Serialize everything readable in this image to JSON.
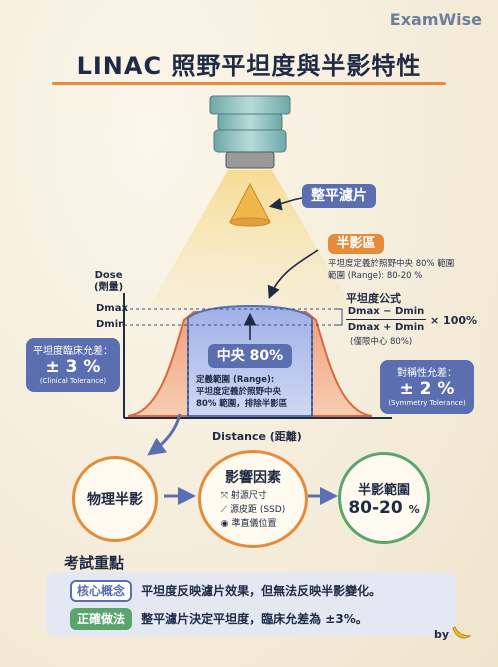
{
  "brand": "ExamWise",
  "title": "LINAC 照野平坦度與半影特性",
  "labels": {
    "flattening_filter": "整平濾片",
    "penumbra": "半影區",
    "penumbra_desc_1": "平坦度定義於照野中央 80% 範圍",
    "penumbra_desc_2": "範圍 (Range): 80-20 %",
    "formula_title": "平坦度公式",
    "formula_num": "Dmax − Dmin",
    "formula_den": "Dmax + Dmin",
    "formula_mult": "× 100%",
    "formula_note": "(僅限中心 80%)",
    "central": "中央 80%",
    "range_1": "定義範圍 (Range):",
    "range_2": "平坦度定義於照野中央",
    "range_3": "80% 範圍，排除半影區"
  },
  "axes": {
    "y_label_1": "Dose",
    "y_label_2": "(劑量)",
    "dmax": "Dmax",
    "dmin": "Dmin",
    "x_label": "Distance (距離)"
  },
  "tolerances": {
    "clinical_title": "平坦度臨床允差：",
    "clinical_value": "± 3 %",
    "clinical_en": "(Clinical Tolerance)",
    "symmetry_title": "對稱性允差：",
    "symmetry_value": "± 2 %",
    "symmetry_en": "(Symmetry Tolerance)"
  },
  "flow": {
    "physical": "物理半影",
    "factors_title": "影響因素",
    "factor_1": "射源尺寸",
    "factor_2": "源皮距 (SSD)",
    "factor_3": "準直儀位置",
    "range_title": "半影範圍",
    "range_value": "80-20",
    "range_unit": "%"
  },
  "key_points": {
    "heading": "考試重點",
    "tag_1": "核心概念",
    "text_1": "平坦度反映濾片效果，但無法反映半影變化。",
    "tag_2": "正確做法",
    "text_2": "整平濾片決定平坦度，臨床允差為 ±3%。"
  },
  "signature": "by",
  "colors": {
    "orange": "#e58b3a",
    "navy": "#5b6fb0",
    "green": "#5aa56b",
    "dark": "#1f2a44"
  }
}
